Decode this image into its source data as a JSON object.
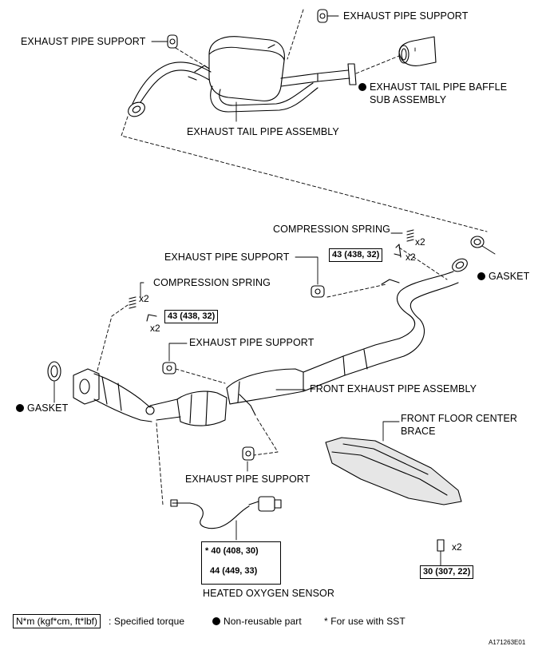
{
  "labels": {
    "exhaust_pipe_support_top_right": "EXHAUST PIPE SUPPORT",
    "exhaust_pipe_support_top_left": "EXHAUST PIPE SUPPORT",
    "tail_pipe_baffle_line1": "EXHAUST TAIL PIPE BAFFLE",
    "tail_pipe_baffle_line2": "SUB ASSEMBLY",
    "exhaust_tail_pipe_assembly": "EXHAUST TAIL PIPE ASSEMBLY",
    "compression_spring_right": "COMPRESSION SPRING",
    "exhaust_pipe_support_mid": "EXHAUST PIPE SUPPORT",
    "gasket_right": "GASKET",
    "compression_spring_left": "COMPRESSION SPRING",
    "exhaust_pipe_support_center": "EXHAUST PIPE SUPPORT",
    "front_exhaust_pipe_assembly": "FRONT EXHAUST PIPE ASSEMBLY",
    "gasket_left": "GASKET",
    "front_floor_center_brace_line1": "FRONT FLOOR CENTER",
    "front_floor_center_brace_line2": "BRACE",
    "exhaust_pipe_support_bottom": "EXHAUST PIPE SUPPORT",
    "heated_oxygen_sensor": "HEATED OXYGEN SENSOR"
  },
  "quantities": {
    "spring_right": "x2",
    "bolt_right": "x2",
    "spring_left": "x2",
    "bolt_left": "x2",
    "brace_bolt": "x2"
  },
  "torques": {
    "right_nut": "43 (438, 32)",
    "left_nut": "43 (438, 32)",
    "oxygen_sensor_sst": "* 40 (408, 30)",
    "oxygen_sensor": "44 (449, 33)",
    "brace_bolt": "30 (307, 22)"
  },
  "legend": {
    "unit_box": "N*m (kgf*cm, ft*lbf)",
    "unit_desc": ": Specified torque",
    "non_reusable": "Non-reusable part",
    "sst_note": "* For use with SST"
  },
  "figure_id": "A171263E01",
  "colors": {
    "ink": "#000000",
    "paper": "#ffffff",
    "shade": "#e6e6e6"
  }
}
